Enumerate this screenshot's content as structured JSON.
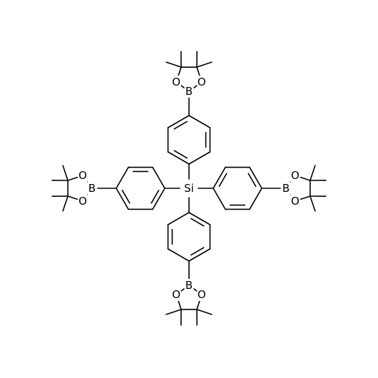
{
  "structure": {
    "center_atom": "Si",
    "ring_atom_labels": [
      "O",
      "B",
      "O"
    ]
  },
  "colors": {
    "background": "#ffffff",
    "ink": "#000000"
  }
}
